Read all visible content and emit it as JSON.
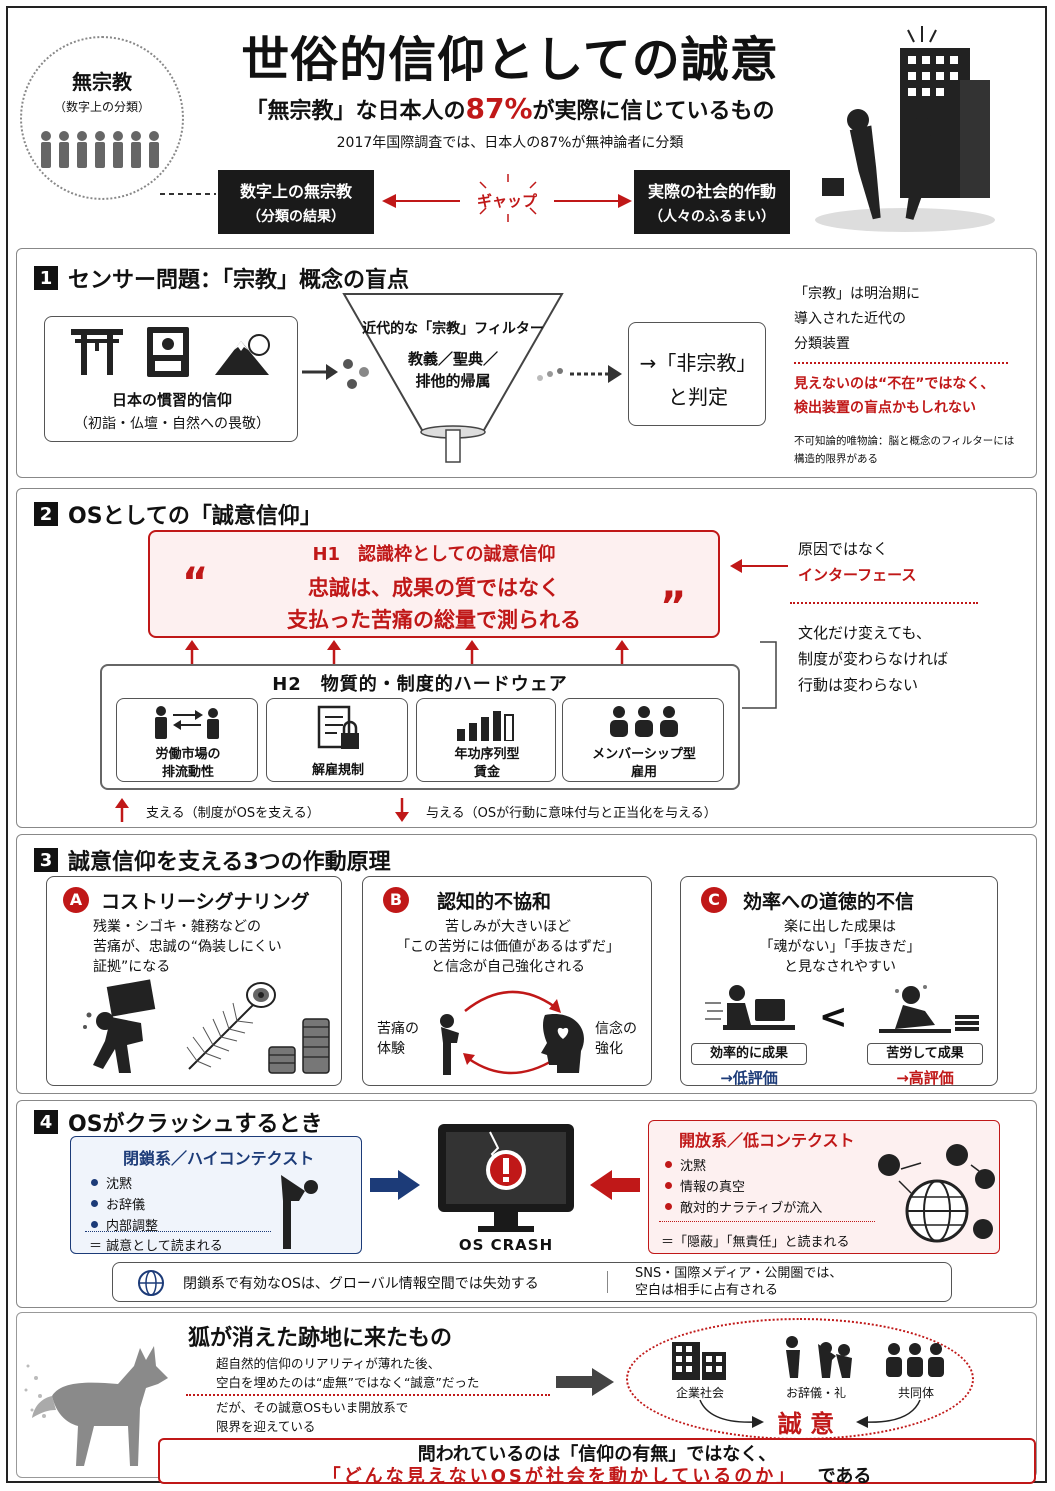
{
  "header": {
    "title": "世俗的信仰としての誠意",
    "subtitle_prefix": "「無宗教」な日本人の",
    "subtitle_highlight": "87%",
    "subtitle_suffix": "が実際に信じているもの",
    "survey_note": "2017年国際調査では、日本人の87%が無神論者に分類",
    "circle_title": "無宗教",
    "circle_sub": "（数字上の分類）",
    "left_box_line1": "数字上の無宗教",
    "left_box_line2": "（分類の結果）",
    "gap_label": "ギャップ",
    "right_box_line1": "実際の社会的作動",
    "right_box_line2": "（人々のふるまい）"
  },
  "s1": {
    "num": "1",
    "title": "センサー問題：「宗教」概念の盲点",
    "custom_label1": "日本の慣習的信仰",
    "custom_label2": "（初詣・仏壇・自然への畏敬）",
    "filter_title": "近代的な「宗教」フィルター",
    "filter_line1": "教義／聖典／",
    "filter_line2": "排他的帰属",
    "result_line1": "→「非宗教」",
    "result_line2": "と判定",
    "note1": "「宗教」は明治期に",
    "note2": "導入された近代の",
    "note3": "分類装置",
    "red_note1": "見えないのは“不在”ではなく、",
    "red_note2": "検出装置の盲点かもしれない",
    "small_note1": "不可知論的唯物論：脳と概念のフィルターには",
    "small_note2": "構造的限界がある"
  },
  "s2": {
    "num": "2",
    "title": "OSとしての「誠意信仰」",
    "h1_label": "H1　認識枠としての誠意信仰",
    "quote_line1": "忠誠は、成果の質ではなく",
    "quote_line2": "支払った苦痛の総量で測られる",
    "open_quote": "“",
    "close_quote": "”",
    "side1": "原因ではなく",
    "side2": "インターフェース",
    "side3": "文化だけ変えても、",
    "side4": "制度が変わらなければ",
    "side5": "行動は変わらない",
    "h2_label": "H2　物質的・制度的ハードウェア",
    "cards": [
      {
        "l1": "労働市場の",
        "l2": "排流動性"
      },
      {
        "l1": "解雇規制",
        "l2": ""
      },
      {
        "l1": "年功序列型",
        "l2": "賃金"
      },
      {
        "l1": "メンバーシップ型",
        "l2": "雇用"
      }
    ],
    "support_label": "支える（制度がOSを支える）",
    "give_label": "与える（OSが行動に意味付与と正当化を与える）"
  },
  "s3": {
    "num": "3",
    "title": "誠意信仰を支える3つの作動原理",
    "a_badge": "A",
    "a_title": "コストリーシグナリング",
    "a_l1": "残業・シゴキ・雑務などの",
    "a_l2": "苦痛が、忠誠の“偽装しにくい",
    "a_l3": "証拠”になる",
    "b_badge": "B",
    "b_title": "認知的不協和",
    "b_l1": "苦しみが大きいほど",
    "b_l2": "「この苦労には価値があるはずだ」",
    "b_l3": "と信念が自己強化される",
    "b_left1": "苦痛の",
    "b_left2": "体験",
    "b_right1": "信念の",
    "b_right2": "強化",
    "c_badge": "C",
    "c_title": "効率への道徳的不信",
    "c_l1": "楽に出した成果は",
    "c_l2": "「魂がない」「手抜きだ」",
    "c_l3": "と見なされやすい",
    "c_lt": "<",
    "c_left_label": "効率的に成果",
    "c_left_eval": "→低評価",
    "c_right_label": "苦労して成果",
    "c_right_eval": "→高評価"
  },
  "s4": {
    "num": "4",
    "title": "OSがクラッシュするとき",
    "closed_title": "閉鎖系／ハイコンテクスト",
    "closed_items": [
      "沈黙",
      "お辞儀",
      "内部調整"
    ],
    "closed_result": "＝ 誠意として読まれる",
    "crash_label": "OS CRASH",
    "open_title": "開放系／低コンテクスト",
    "open_items": [
      "沈黙",
      "情報の真空",
      "敵対的ナラティブが流入"
    ],
    "open_result": "＝「隠蔽」「無責任」と読まれる",
    "bar_left": "閉鎖系で有効なOSは、グローバル情報空間では失効する",
    "bar_right1": "SNS・国際メディア・公開圏では、",
    "bar_right2": "空白は相手に占有される"
  },
  "s5": {
    "title": "狐が消えた跡地に来たもの",
    "l1": "超自然的信仰のリアリティが薄れた後、",
    "l2": "空白を埋めたのは“虚無”ではなく“誠意”だった",
    "l3": "だが、その誠意OSもいま開放系で",
    "l4": "限界を迎えている",
    "icon1": "企業社会",
    "icon2": "お辞儀・礼",
    "icon3": "共同体",
    "center_word": "誠 意",
    "final1": "問われているのは「信仰の有無」ではなく、",
    "final2": "「どんな見えないOSが社会を動かしているのか」",
    "final3": "である"
  },
  "colors": {
    "accent_red": "#c01818",
    "navy": "#1c3b78",
    "dark": "#1a1a1a"
  }
}
